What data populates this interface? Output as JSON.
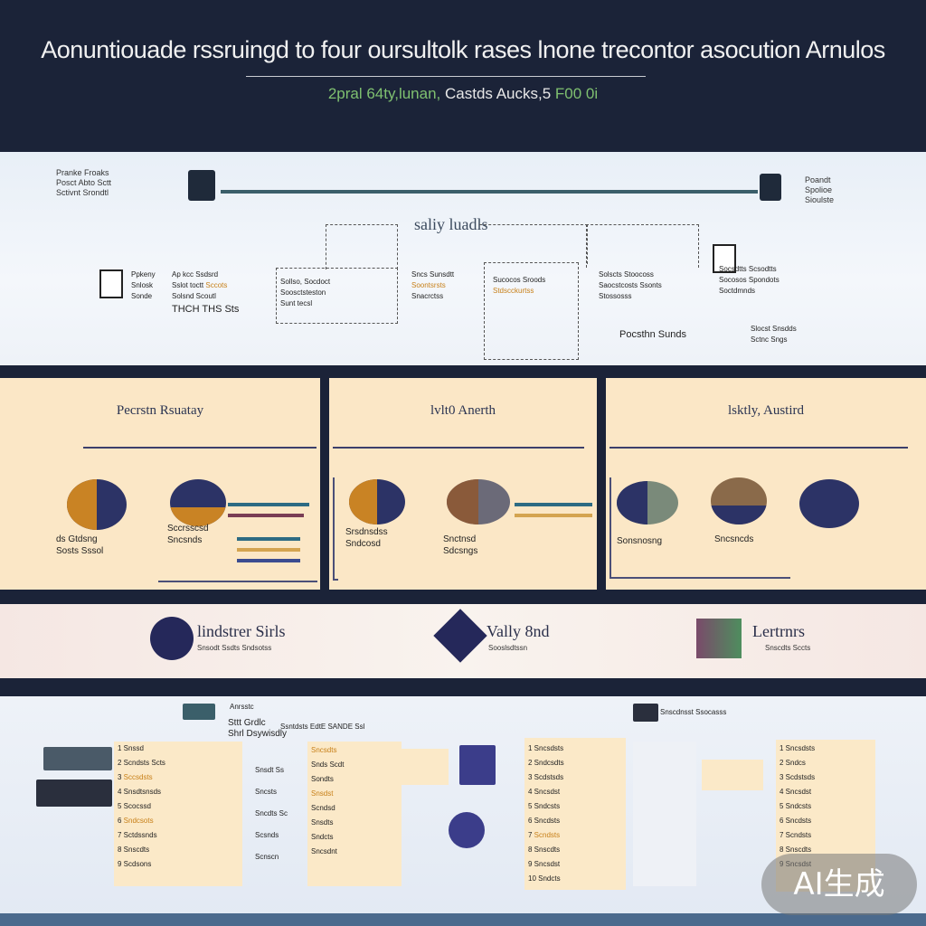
{
  "header": {
    "title": "Aonuntiouade rssruingd to four oursultolk rases lnone trecontor asocution Arnulos",
    "subtitle_a": "2pral 64ty,lunan,",
    "subtitle_b": "Castds Aucks,5",
    "subtitle_c": "F00 0i"
  },
  "flow": {
    "center_label": "saliy luadls",
    "left_caption": "Pranke Froaks\nPosct Abto Sctt\nSctivnt Srondtl",
    "right_caption": "Poandt\nSpolioe\nSioulste",
    "mid_caption": "THCH THS Sts",
    "blocks": [
      "Ap kcc Ssdsrd\nSslot toctt Sccots\nSolsnd Scoutl",
      "Sollso, Socdoct\nSoosctsteston\nSunt tecsl",
      "Sncs Sunsdtt\nSoontsrsts\nSnacrctss",
      "Sucocos Sroods\nStdscckurtss",
      "Solscts Stoocoss\nSaocstcosts Ssonts\nStossosss",
      "Socsdtts Scsodtts\nSocosos Spondots\nSoctdmnds",
      "Slocst Snsdds\nSctnc Sngs"
    ],
    "footer_caption": "Pocsthn Sunds"
  },
  "cards": [
    {
      "head": "Pecrstn Rsuatay",
      "cap_left": "ds Gtdsng\nSosts Sssol",
      "cap_right": "Sccrsscsd\nSncsnds"
    },
    {
      "head": "lvlt0 Anerth",
      "cap_left": "Srsdnsdss\nSndcosd",
      "cap_right": "Snctnsd\nSdcsngs"
    },
    {
      "head": "lsktly, Austird",
      "cap_left": "Sonsnosng",
      "cap_right": "Sncsncds"
    }
  ],
  "band": {
    "items": [
      {
        "title": "lindstrer Sirls"
      },
      {
        "title": "Vally 8nd"
      },
      {
        "title": "Lertrnrs"
      }
    ]
  },
  "bottom": {
    "label1": "Anrsstc",
    "label2": "Sttt Grdlc",
    "label3": "Shrl Dsywisdly",
    "label4": "Ssntdsts EdtE SANDE Ssl",
    "label5": "Snscdnsst Ssocasss"
  },
  "watermark": "AI生成"
}
